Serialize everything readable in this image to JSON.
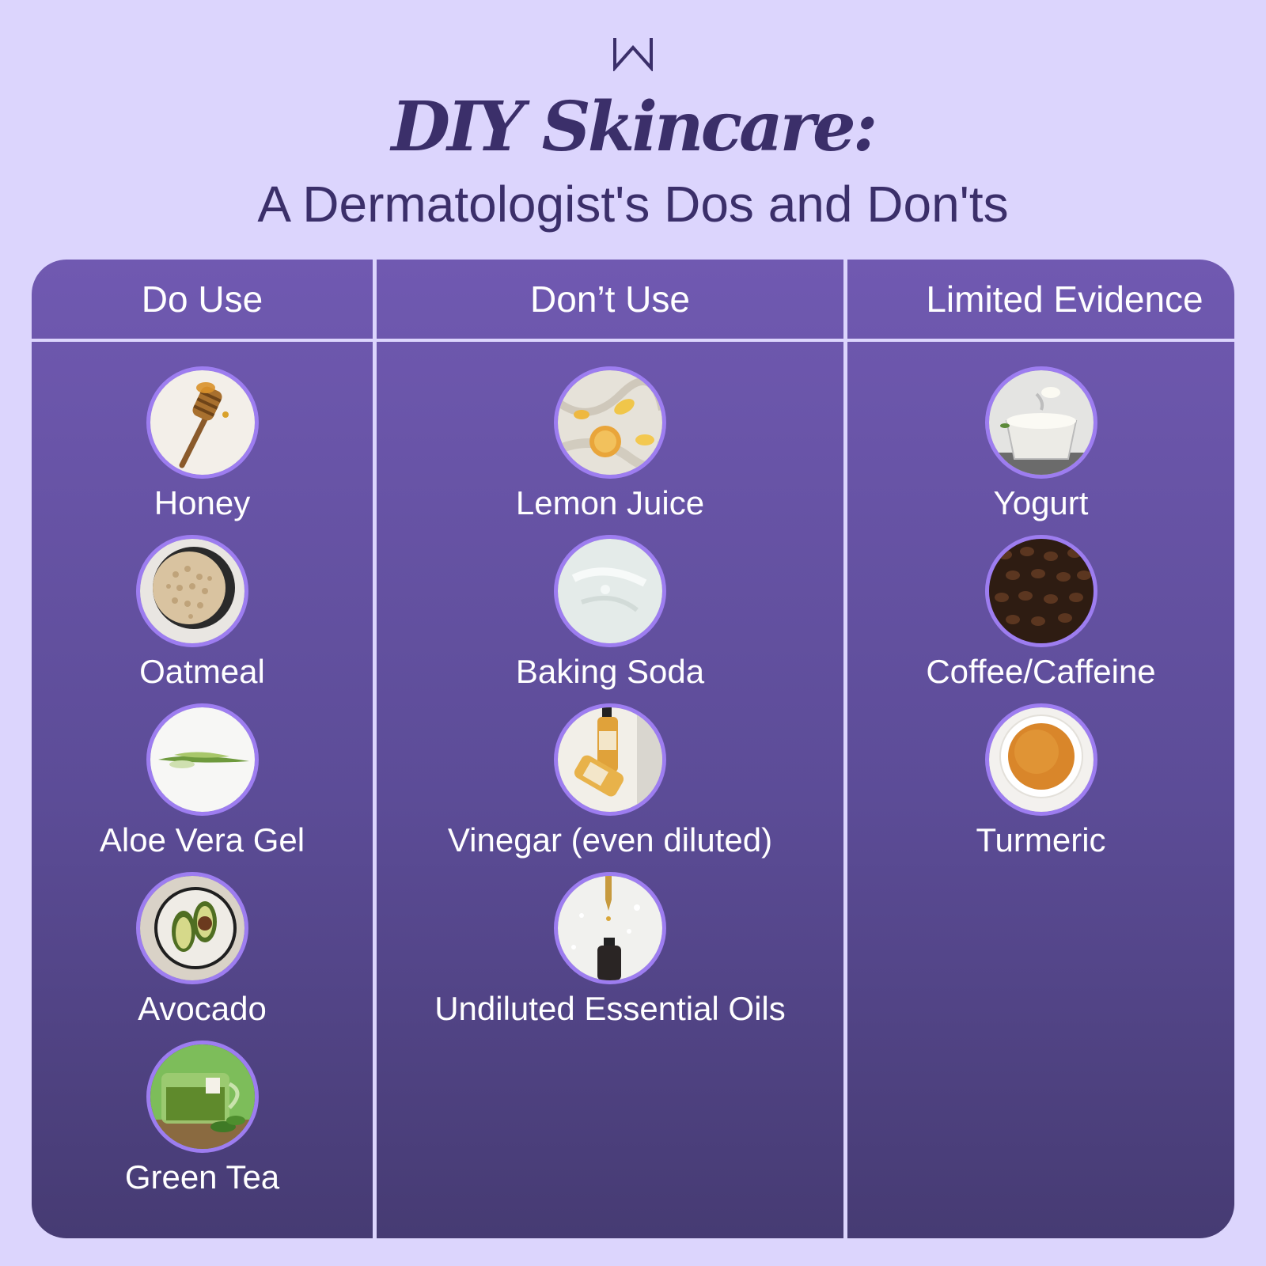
{
  "brand": {
    "logo_icon": "w-letter-logo-icon"
  },
  "header": {
    "title": "DIY Skincare:",
    "subtitle": "A Dermatologist's Dos and Don'ts"
  },
  "colors": {
    "background": "#dcd5fd",
    "table_top": "#7059b1",
    "table_bottom": "#463b73",
    "title_text": "#3b2f6a",
    "circle_border": "#9d7df0"
  },
  "columns": [
    {
      "heading": "Do Use",
      "items": [
        {
          "label": "Honey",
          "icon": "honey-dipper-icon"
        },
        {
          "label": "Oatmeal",
          "icon": "oatmeal-bowl-icon"
        },
        {
          "label": "Aloe Vera Gel",
          "icon": "aloe-vera-icon"
        },
        {
          "label": "Avocado",
          "icon": "avocado-icon"
        },
        {
          "label": "Green Tea",
          "icon": "green-tea-icon"
        }
      ]
    },
    {
      "heading": "Don’t Use",
      "items": [
        {
          "label": "Lemon Juice",
          "icon": "lemon-icon"
        },
        {
          "label": "Baking Soda",
          "icon": "baking-soda-icon"
        },
        {
          "label": "Vinegar (even diluted)",
          "icon": "vinegar-bottle-icon"
        },
        {
          "label": "Undiluted Essential Oils",
          "icon": "essential-oil-dropper-icon"
        }
      ]
    },
    {
      "heading": "Limited Evidence",
      "items": [
        {
          "label": "Yogurt",
          "icon": "yogurt-bowl-icon"
        },
        {
          "label": "Coffee/Caffeine",
          "icon": "coffee-beans-icon"
        },
        {
          "label": "Turmeric",
          "icon": "turmeric-bowl-icon"
        }
      ]
    }
  ]
}
